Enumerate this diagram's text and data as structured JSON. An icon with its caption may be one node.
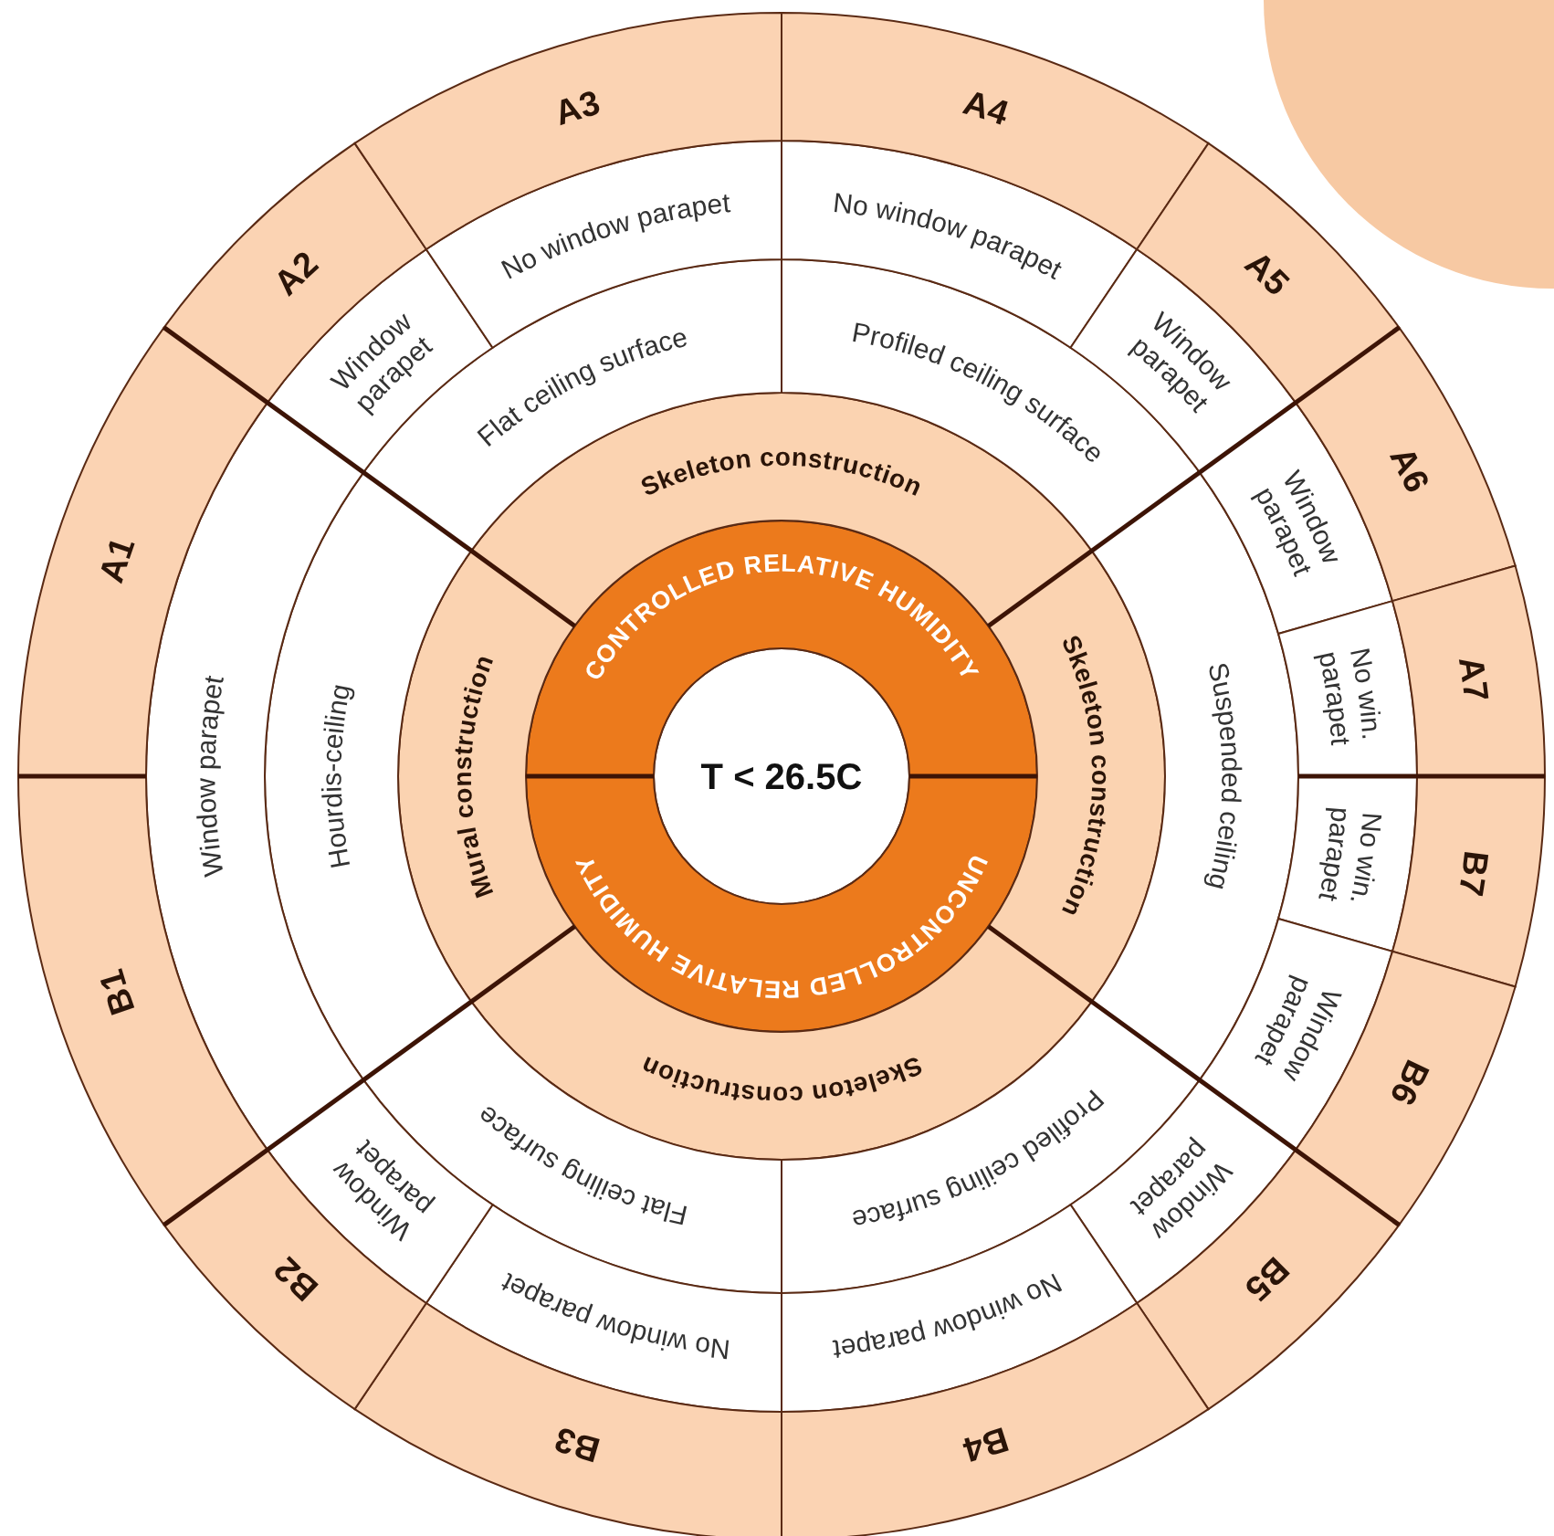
{
  "diagram": {
    "nodes": [
      {
        "text": [
          "T < 26.5C"
        ]
      },
      {
        "text": [
          "CONTROLLED RELATIVE HUMIDITY"
        ]
      },
      {
        "text": [
          "UNCONTROLLED RELATIVE HUMIDITY"
        ]
      },
      {
        "text": [
          "Skeleton construction"
        ]
      },
      {
        "text": [
          "Skeleton construction"
        ]
      },
      {
        "text": [
          "Skeleton construction"
        ]
      },
      {
        "text": [
          "Mural construction"
        ]
      },
      {
        "text": [
          "Flat ceiling surface"
        ]
      },
      {
        "text": [
          "Profiled ceiling surface"
        ]
      },
      {
        "text": [
          "Suspended ceiling"
        ]
      },
      {
        "text": [
          "Profiled ceiling surface"
        ]
      },
      {
        "text": [
          "Flat ceiling surface"
        ]
      },
      {
        "text": [
          "Hourdis-ceiling"
        ]
      },
      {
        "text": [
          "Window parapet"
        ]
      },
      {
        "text": [
          "No window parapet"
        ]
      },
      {
        "text": [
          "No window parapet"
        ]
      },
      {
        "text": [
          "Window parapet"
        ]
      },
      {
        "text": [
          "Window parapet"
        ]
      },
      {
        "text": [
          "No win. parapet"
        ]
      },
      {
        "text": [
          "No win. parapet"
        ]
      },
      {
        "text": [
          "Window parapet"
        ]
      },
      {
        "text": [
          "Window parapet"
        ]
      },
      {
        "text": [
          "No window parapet"
        ]
      },
      {
        "text": [
          "No window parapet"
        ]
      },
      {
        "text": [
          "Window parapet"
        ]
      },
      {
        "text": [
          "Window parapet"
        ]
      },
      {
        "text": [
          "A1"
        ]
      },
      {
        "text": [
          "A2"
        ]
      },
      {
        "text": [
          "A3"
        ]
      },
      {
        "text": [
          "A4"
        ]
      },
      {
        "text": [
          "A5"
        ]
      },
      {
        "text": [
          "A6"
        ]
      },
      {
        "text": [
          "A7"
        ]
      },
      {
        "text": [
          "B7"
        ]
      },
      {
        "text": [
          "B6"
        ]
      },
      {
        "text": [
          "B5"
        ]
      },
      {
        "text": [
          "B4"
        ]
      },
      {
        "text": [
          "B3"
        ]
      },
      {
        "text": [
          "B2"
        ]
      },
      {
        "text": [
          "B1"
        ]
      }
    ]
  }
}
